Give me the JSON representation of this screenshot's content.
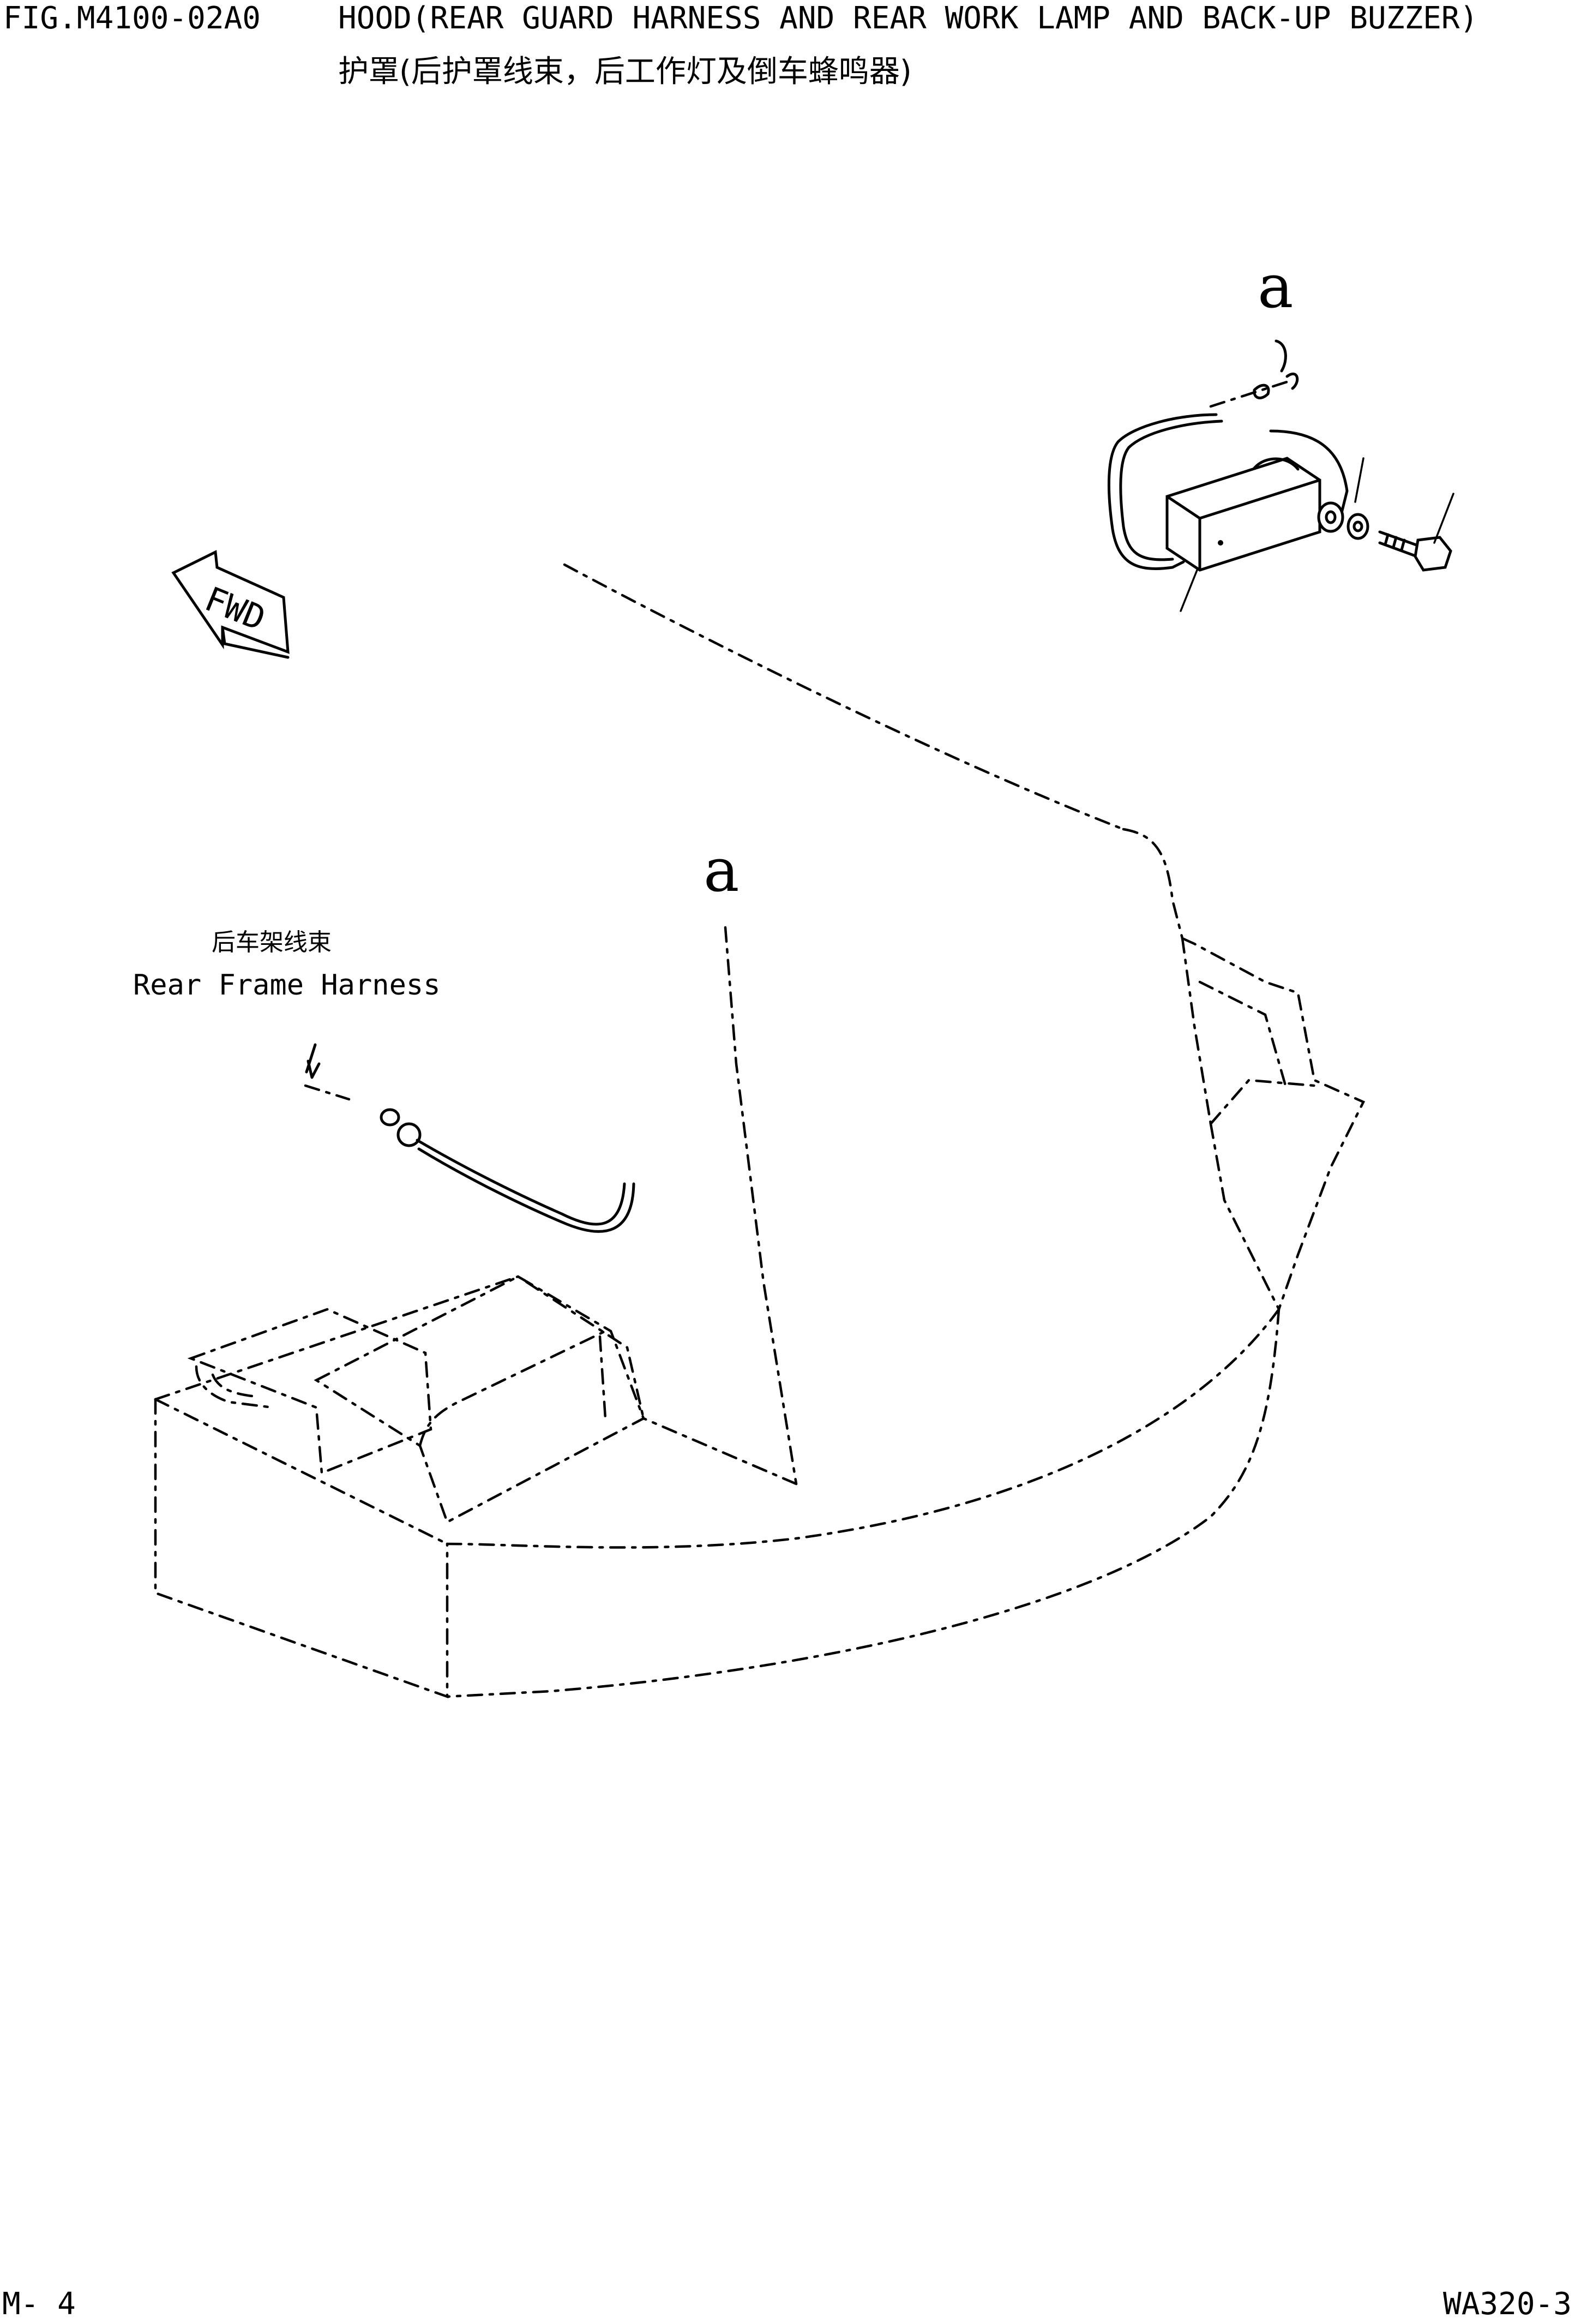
{
  "header": {
    "fig_number": "FIG.M4100-02A0",
    "title_en": "HOOD(REAR GUARD HARNESS AND REAR WORK LAMP AND BACK-UP BUZZER)",
    "title_cn": "护罩(后护罩线束，后工作灯及倒车蜂鸣器)"
  },
  "callouts": {
    "detail_label_top": "a",
    "detail_label_mid": "a",
    "fwd_arrow_text": "FWD",
    "rear_frame_harness_cn": "后车架线束",
    "rear_frame_harness_en": "Rear Frame Harness"
  },
  "footer": {
    "page_number": "M-  4",
    "model": "WA320-3"
  }
}
